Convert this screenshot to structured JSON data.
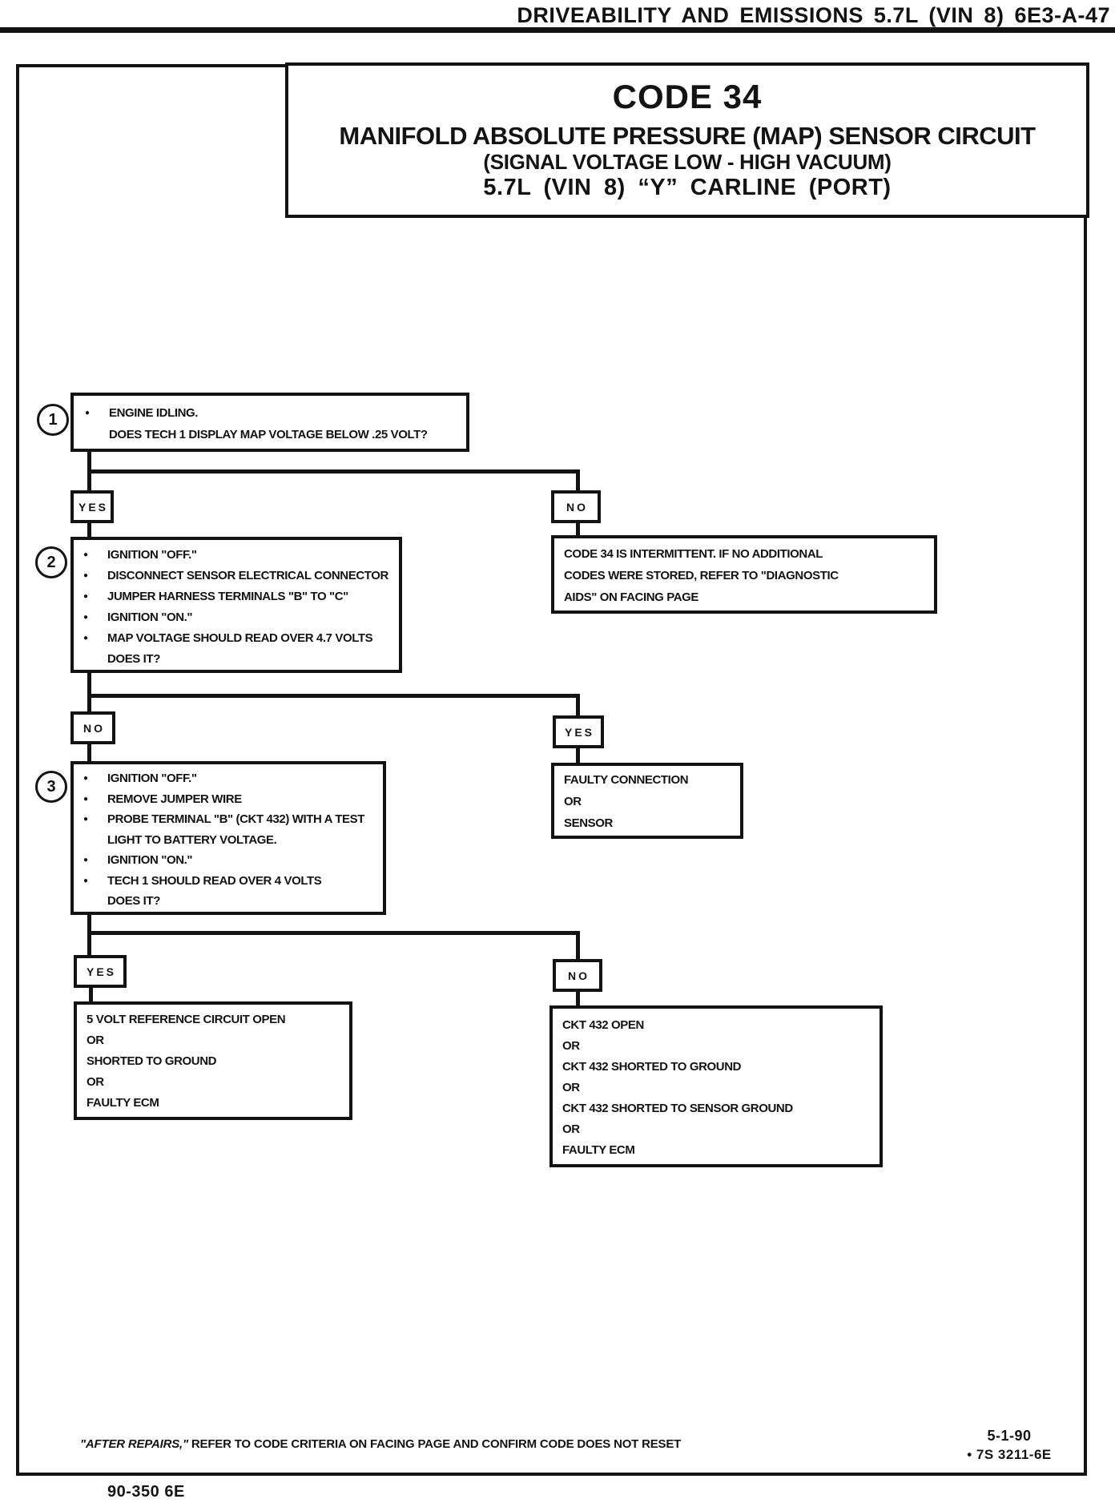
{
  "page": {
    "header": "DRIVEABILITY AND EMISSIONS 5.7L (VIN 8) 6E3-A-47"
  },
  "title": {
    "code": "CODE 34",
    "line1": "MANIFOLD ABSOLUTE PRESSURE (MAP) SENSOR CIRCUIT",
    "line2": "(SIGNAL VOLTAGE LOW - HIGH VACUUM)",
    "line3": "5.7L (VIN 8) “Y” CARLINE (PORT)"
  },
  "glyphs": {
    "bullet": "●"
  },
  "flowchart": {
    "step1": {
      "number": "1",
      "b1": "ENGINE IDLING.",
      "q": "DOES TECH 1 DISPLAY MAP VOLTAGE BELOW .25 VOLT?"
    },
    "d1": {
      "yes": "YES",
      "no": "NO"
    },
    "intermittent": {
      "l1": "CODE 34 IS INTERMITTENT. IF NO ADDITIONAL",
      "l2": "CODES WERE STORED, REFER TO \"DIAGNOSTIC",
      "l3": "AIDS\" ON FACING PAGE"
    },
    "step2": {
      "number": "2",
      "b1": "IGNITION \"OFF.\"",
      "b2": "DISCONNECT SENSOR ELECTRICAL CONNECTOR",
      "b3": "JUMPER HARNESS TERMINALS \"B\" TO \"C\"",
      "b4": "IGNITION \"ON.\"",
      "b5": "MAP VOLTAGE SHOULD READ OVER 4.7 VOLTS",
      "q": "DOES IT?"
    },
    "d2": {
      "no": "NO",
      "yes": "YES"
    },
    "faulty_sensor": {
      "l1": "FAULTY CONNECTION",
      "l2": "OR",
      "l3": "SENSOR"
    },
    "step3": {
      "number": "3",
      "b1": "IGNITION \"OFF.\"",
      "b2": "REMOVE JUMPER WIRE",
      "b3": "PROBE TERMINAL \"B\" (CKT 432) WITH A TEST",
      "b3cont": "LIGHT TO BATTERY VOLTAGE.",
      "b4": "IGNITION \"ON.\"",
      "b5": "TECH 1 SHOULD READ OVER 4 VOLTS",
      "q": "DOES IT?"
    },
    "d3": {
      "yes": "YES",
      "no": "NO"
    },
    "ref_open": {
      "l1": "5 VOLT REFERENCE CIRCUIT OPEN",
      "l2": "OR",
      "l3": "SHORTED TO GROUND",
      "l4": "OR",
      "l5": "FAULTY ECM"
    },
    "ckt432": {
      "l1": "CKT 432 OPEN",
      "l2": "OR",
      "l3": "CKT 432 SHORTED TO GROUND",
      "l4": "OR",
      "l5": "CKT 432 SHORTED TO SENSOR GROUND",
      "l6": "OR",
      "l7": "FAULTY ECM"
    }
  },
  "footer": {
    "after_repairs_lead": "\"AFTER REPAIRS,\"",
    "after_repairs_rest": " REFER TO CODE CRITERIA ON FACING PAGE AND CONFIRM CODE DOES NOT RESET",
    "revision_date": "5-1-90",
    "doc_number": "• 7S 3211-6E",
    "page_code": "90-350 6E"
  }
}
